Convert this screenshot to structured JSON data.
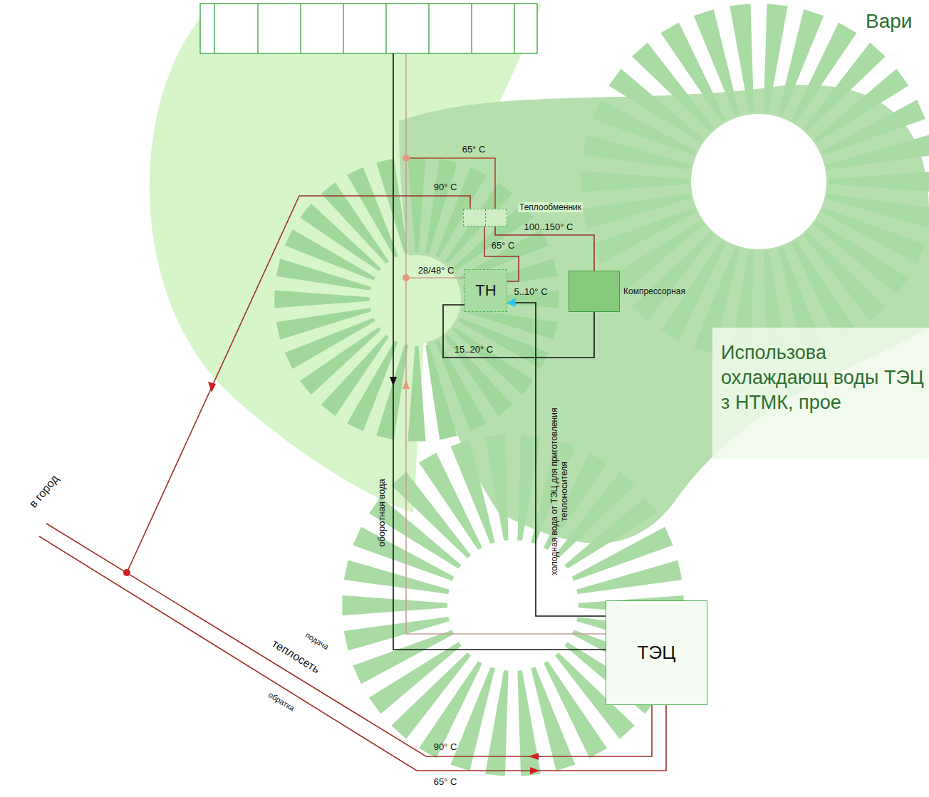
{
  "diagram": {
    "title": "Вари",
    "caption": "Использова охлаждающ воды ТЭЦ з НТМК, прое",
    "nodes": [
      {
        "text": [
          "Теплообменник"
        ]
      },
      {
        "text": [
          "ТН"
        ]
      },
      {
        "text": [
          "Компрессорная"
        ]
      },
      {
        "text": [
          "ТЭЦ"
        ]
      }
    ],
    "edges": [
      {
        "from": 2,
        "to": 0,
        "label": "100..150° C",
        "arrow": "none"
      },
      {
        "from": 1,
        "to": 0,
        "label": "65° C",
        "arrow": "none"
      },
      {
        "from": 1,
        "to": 2,
        "label": "15..20° C",
        "arrow": "none"
      },
      {
        "from": 3,
        "to": 1,
        "label": "холодная вода от ТЭЦ для приготовления теплоносителя",
        "arrow": "to"
      }
    ],
    "labels": [
      "65° C",
      "90° C",
      "28/48° C",
      "5..10° C",
      "оборотная вода",
      "в город",
      "подача",
      "теплосеть",
      "обратка",
      "90° C",
      "65° C"
    ]
  }
}
